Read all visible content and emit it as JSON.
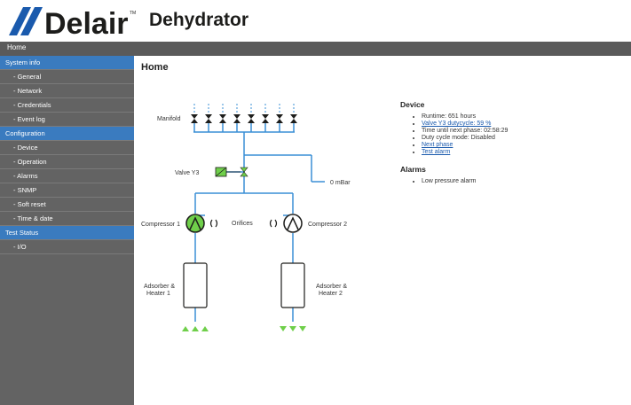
{
  "brand": {
    "logo_text": "Delair",
    "trademark": "TM",
    "app_title": "Dehydrator",
    "accent_color": "#1a5aad",
    "sidebar_section_color": "#3a7bbf"
  },
  "topbar": {
    "home_label": "Home"
  },
  "sidebar": {
    "items": [
      {
        "label": "System info",
        "type": "section"
      },
      {
        "label": "- General",
        "type": "sub"
      },
      {
        "label": "- Network",
        "type": "sub"
      },
      {
        "label": "- Credentials",
        "type": "sub"
      },
      {
        "label": "- Event log",
        "type": "sub"
      },
      {
        "label": "Configuration",
        "type": "section"
      },
      {
        "label": "- Device",
        "type": "sub"
      },
      {
        "label": "- Operation",
        "type": "sub"
      },
      {
        "label": "- Alarms",
        "type": "sub"
      },
      {
        "label": "- SNMP",
        "type": "sub"
      },
      {
        "label": "- Soft reset",
        "type": "sub"
      },
      {
        "label": "- Time & date",
        "type": "sub"
      },
      {
        "label": "Test Status",
        "type": "section"
      },
      {
        "label": "- I/O",
        "type": "sub"
      }
    ]
  },
  "main": {
    "title": "Home",
    "diagram": {
      "manifold_label": "Manifold",
      "valve_label": "Valve Y3",
      "pressure_readout": "0 mBar",
      "compressor1_label": "Compressor 1",
      "compressor2_label": "Compressor 2",
      "orifices_label": "Orifices",
      "adsorber1_label_line1": "Adsorber &",
      "adsorber1_label_line2": "Heater 1",
      "adsorber2_label_line1": "Adsorber &",
      "adsorber2_label_line2": "Heater 2",
      "pipe_color": "#3a8fd6",
      "active_color": "#6fcf4a"
    },
    "device": {
      "heading": "Device",
      "runtime": "Runtime: 651 hours",
      "valve_duty_link": "Valve Y3 dutycycle: 59 %",
      "time_next_phase": "Time until next phase: 02:58:29",
      "duty_mode": "Duty cycle mode: Disabled",
      "next_phase_link": "Next phase",
      "test_alarm_link": "Test alarm"
    },
    "alarms": {
      "heading": "Alarms",
      "items": [
        "Low pressure alarm"
      ]
    }
  }
}
